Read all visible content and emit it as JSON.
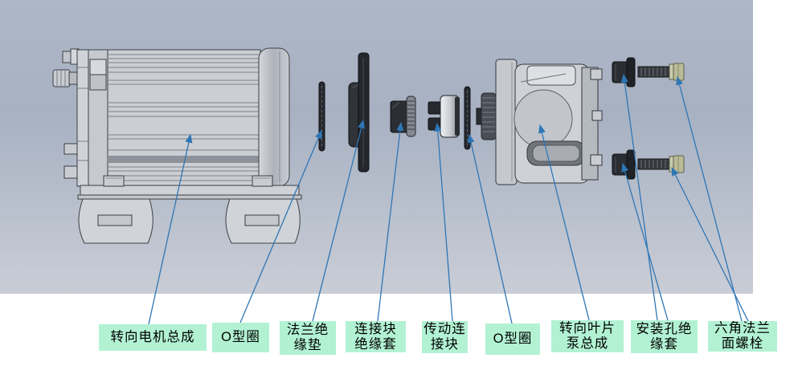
{
  "viewport": {
    "background_top": "#aeb7c6",
    "background_bottom": "#c9cdd6"
  },
  "callouts": {
    "label_background": "#b2f2d3",
    "leader_line_color": "#2f76b5",
    "items": [
      {
        "id": "steering-motor-assembly",
        "text": "转向电机总成"
      },
      {
        "id": "o-ring-1",
        "text": "O型圈"
      },
      {
        "id": "flange-insulation-pad",
        "text": "法兰绝\n缘垫"
      },
      {
        "id": "connection-block-insulation-sleeve",
        "text": "连接块\n绝缘套"
      },
      {
        "id": "drive-connection-block",
        "text": "传动连\n接块"
      },
      {
        "id": "o-ring-2",
        "text": "O型圈"
      },
      {
        "id": "steering-vane-pump-assembly",
        "text": "转向叶片\n泵总成"
      },
      {
        "id": "mounting-hole-insulation-sleeve",
        "text": "安装孔绝\n缘套"
      },
      {
        "id": "hex-flange-bolt",
        "text": "六角法兰\n面螺栓"
      }
    ]
  },
  "drawing_colors": {
    "part_dark": "#26292e",
    "part_light_gray": "#cbced3",
    "bolt_head": "#b9bc98",
    "outline": "#3c3f45"
  }
}
